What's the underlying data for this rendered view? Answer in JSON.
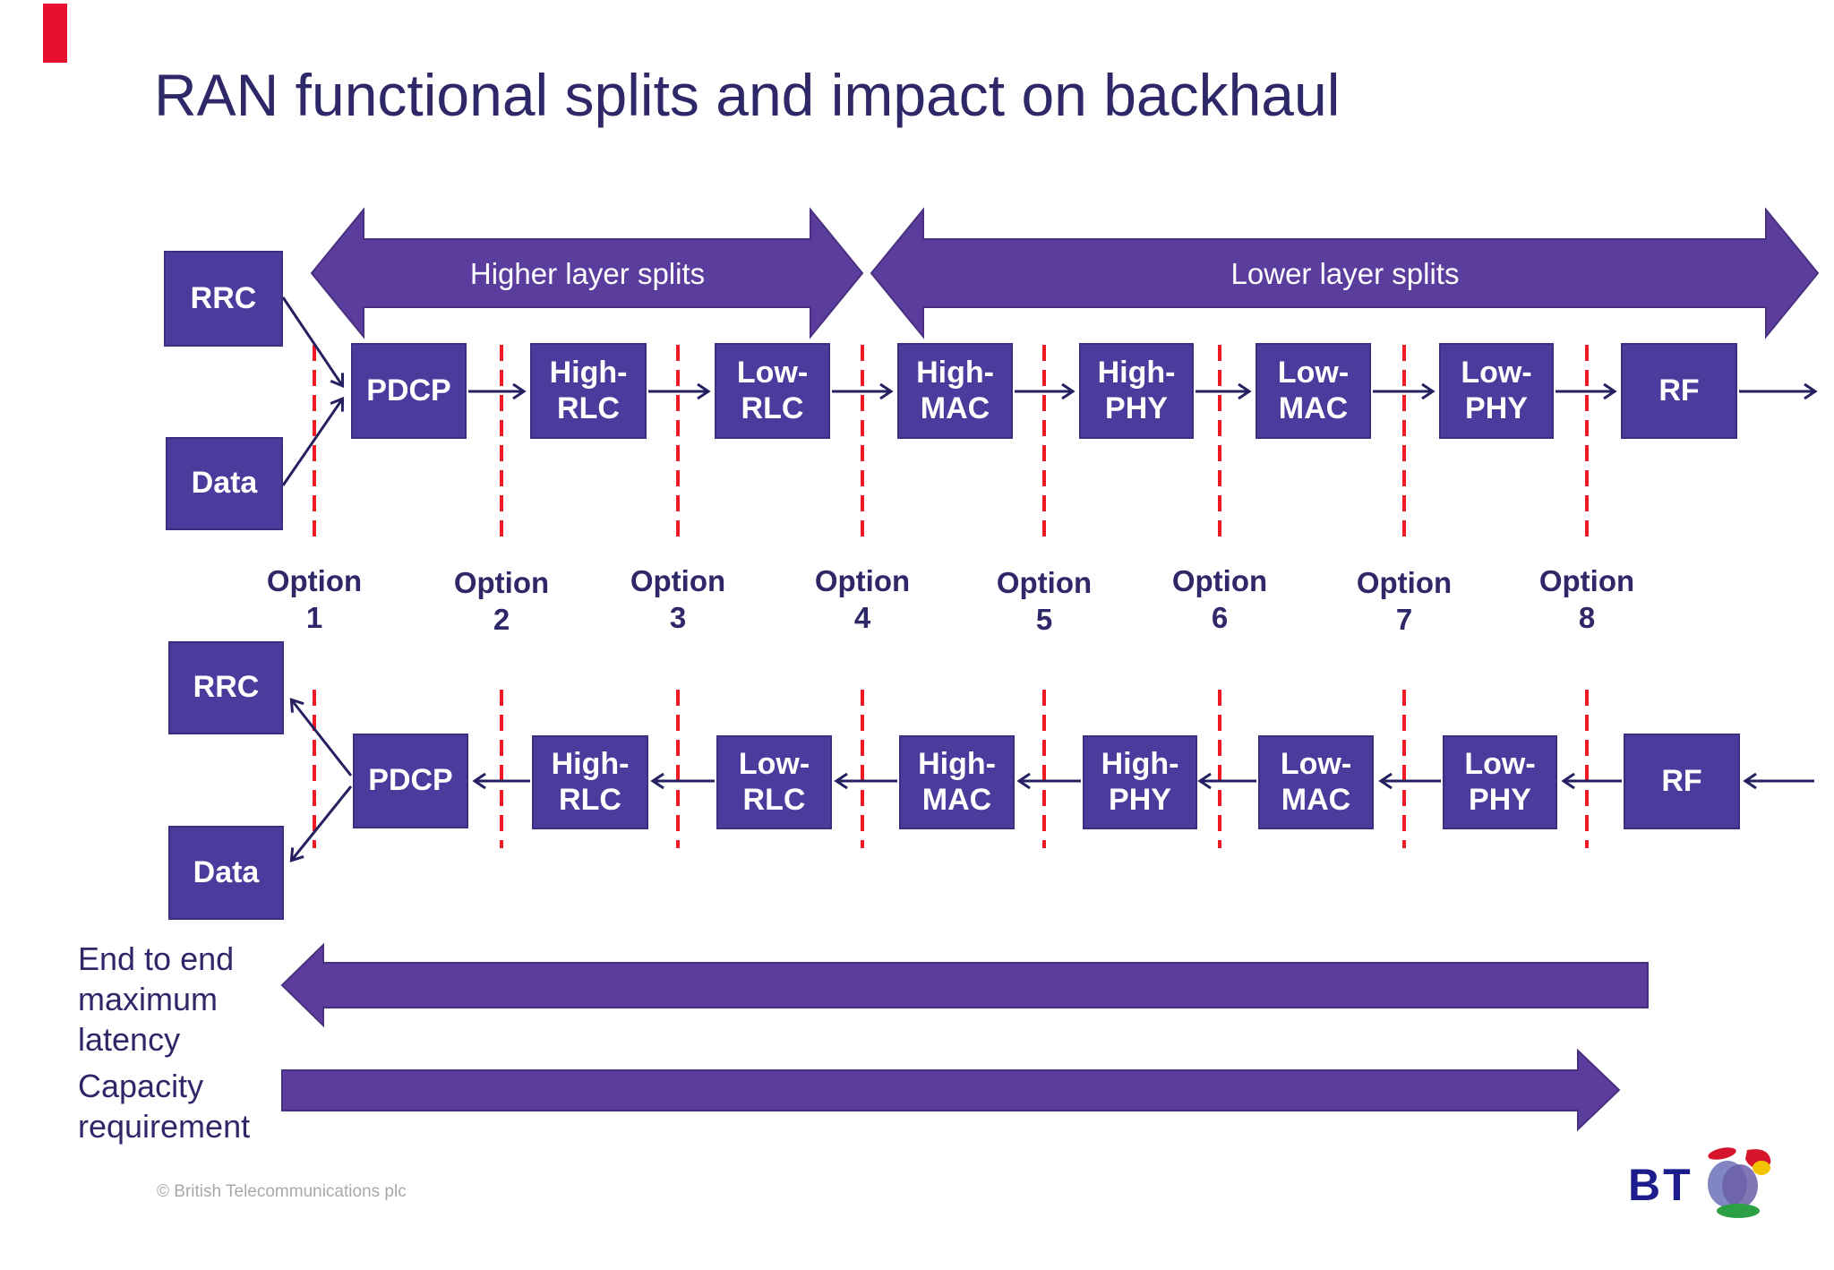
{
  "title": "RAN functional splits and impact on backhaul",
  "arrows": {
    "higher": "Higher layer splits",
    "lower": "Lower layer splits"
  },
  "sources": {
    "rrc": "RRC",
    "data": "Data"
  },
  "chain": [
    "PDCP",
    "High-\nRLC",
    "Low-\nRLC",
    "High-\nMAC",
    "High-\nPHY",
    "Low-\nMAC",
    "Low-\nPHY",
    "RF"
  ],
  "options": [
    {
      "word": "Option",
      "num": "1"
    },
    {
      "word": "Option",
      "num": "2"
    },
    {
      "word": "Option",
      "num": "3"
    },
    {
      "word": "Option",
      "num": "4"
    },
    {
      "word": "Option",
      "num": "5"
    },
    {
      "word": "Option",
      "num": "6"
    },
    {
      "word": "Option",
      "num": "7"
    },
    {
      "word": "Option",
      "num": "8"
    }
  ],
  "metrics": {
    "latency": "End to end\nmaximum\nlatency",
    "capacity": "Capacity\nrequirement"
  },
  "footer": {
    "copyright": "© British Telecommunications plc",
    "logo": "BT"
  },
  "colors": {
    "box_purple": "#4c3a9c",
    "arrow_purple": "#5b3d9e",
    "connector_navy": "#252060",
    "split_line_red": "#ee1b24",
    "text_navy": "#2e2768",
    "bt_blue": "#1c1c8c",
    "marker_red": "#e8112d"
  }
}
